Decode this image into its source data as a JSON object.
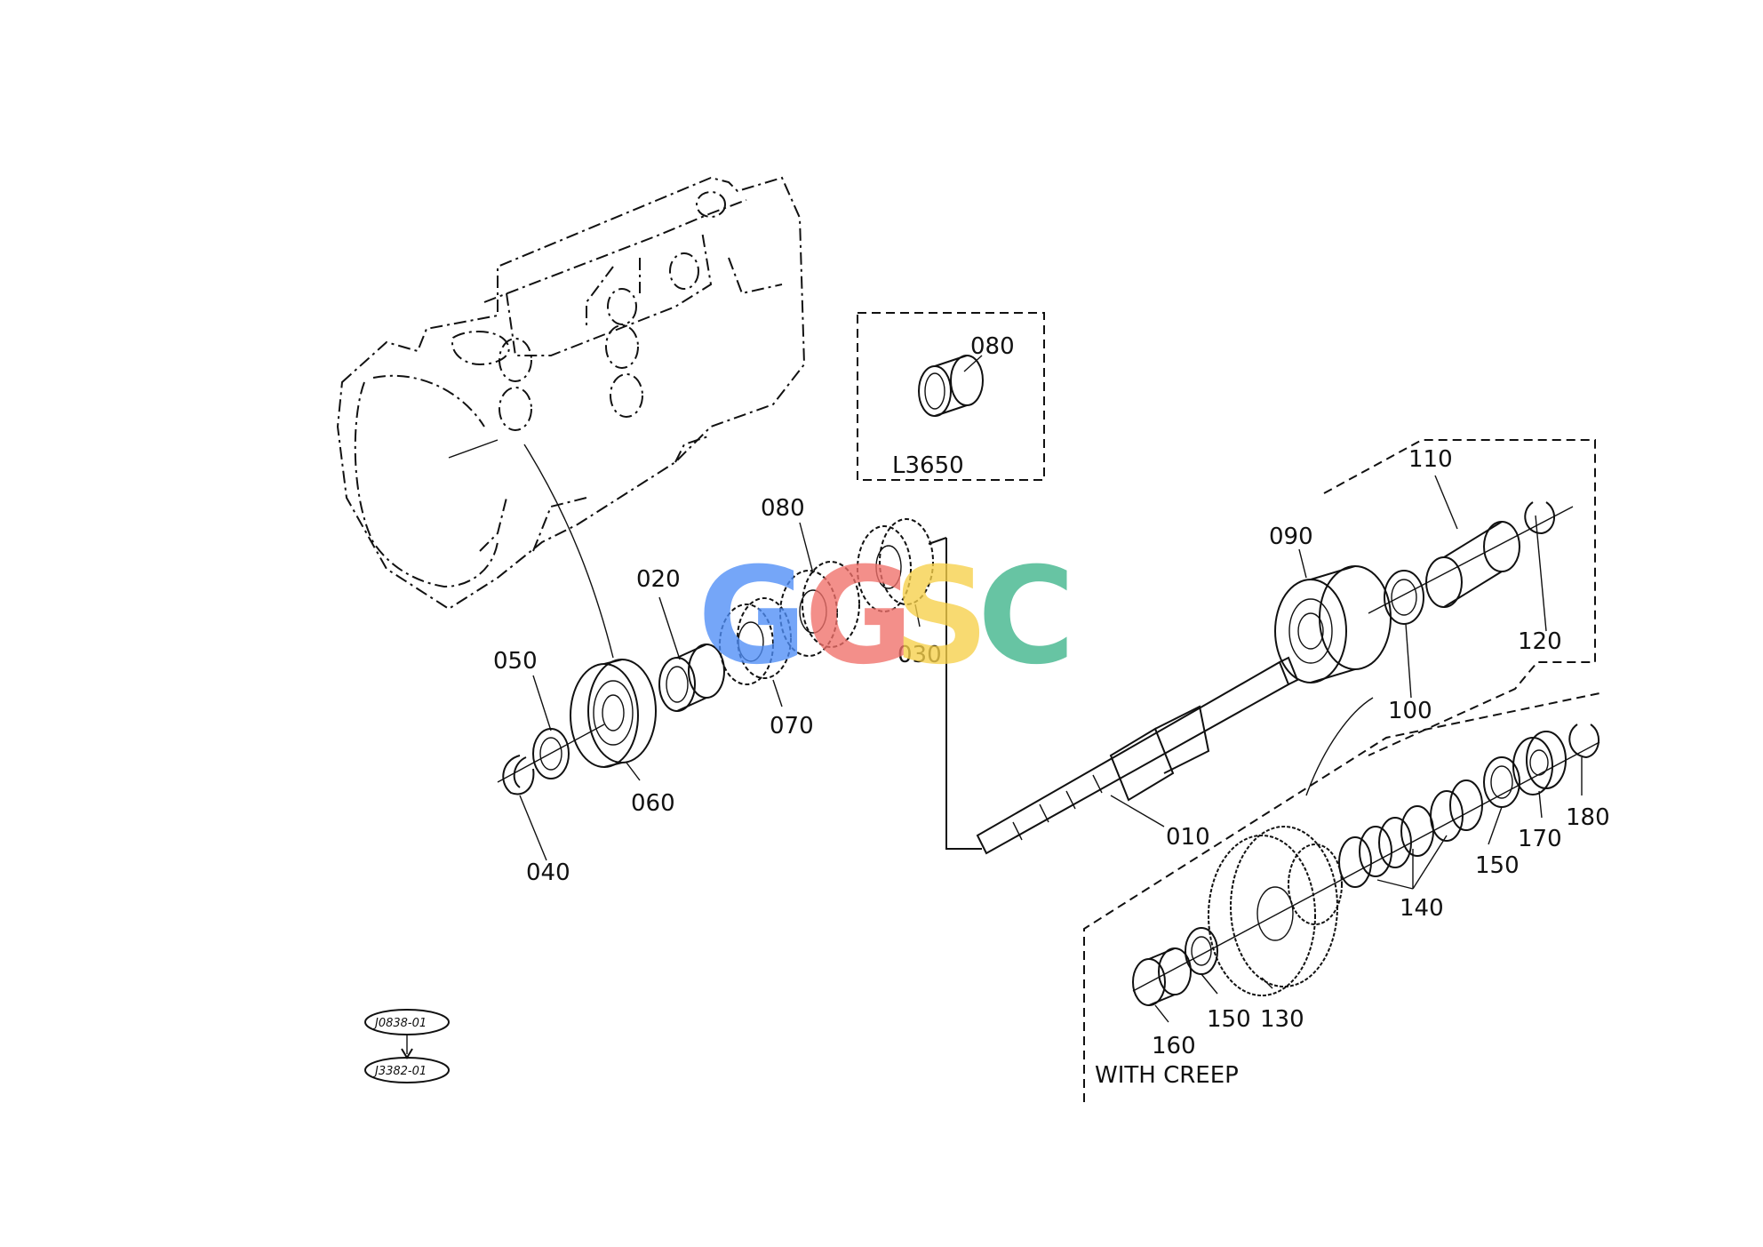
{
  "labels": {
    "p010": "010",
    "p020": "020",
    "p030": "030",
    "p040": "040",
    "p050": "050",
    "p060": "060",
    "p070": "070",
    "p080": "080",
    "p080_box": "080",
    "p090": "090",
    "p100": "100",
    "p110": "110",
    "p120": "120",
    "p130": "130",
    "p140": "140",
    "p150a": "150",
    "p150b": "150",
    "p160": "160",
    "p170": "170",
    "p180": "180"
  },
  "annotations": {
    "variant_box": "L3650",
    "with_creep": "WITH CREEP"
  },
  "refs": {
    "ref_old": "J0838-01",
    "ref_new": "J3382-01"
  },
  "watermark": {
    "letters": [
      "G",
      "G",
      "S",
      "C"
    ],
    "colors": [
      "#4f8ef7",
      "#f0706a",
      "#f7d04a",
      "#3db48a"
    ]
  }
}
